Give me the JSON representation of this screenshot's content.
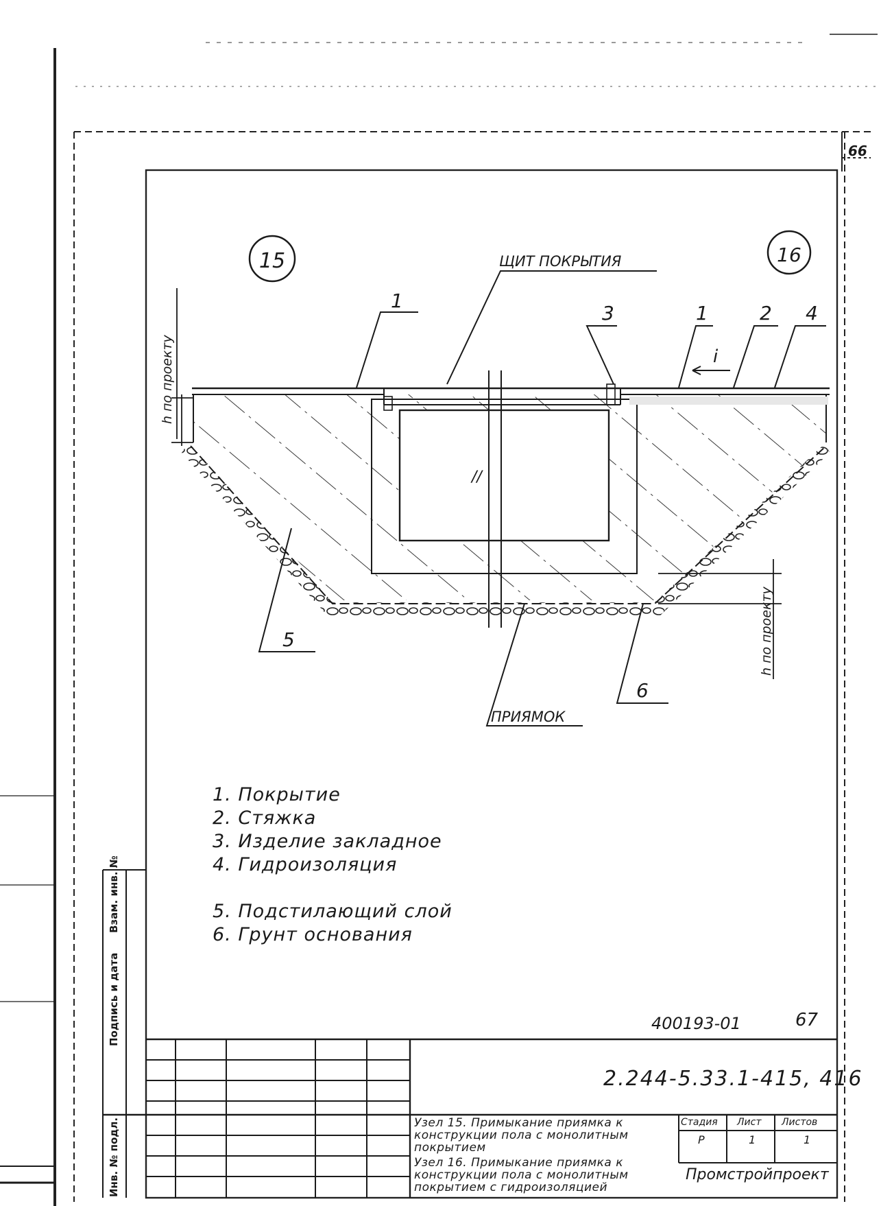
{
  "page": {
    "sheet_number": "66",
    "archive_code": "400193-01",
    "archive_sheet": "67"
  },
  "nodes": [
    {
      "id": "15"
    },
    {
      "id": "16"
    }
  ],
  "callouts": {
    "shield_cover": "ЩИТ ПОКРЫТИЯ",
    "c1_left": "1",
    "c3": "3",
    "c1_right": "1",
    "c2": "2",
    "c4": "4",
    "slope": "i",
    "c5": "5",
    "c6": "6",
    "pit": "ПРИЯМОК",
    "per_project_left": "h по проекту",
    "per_project_right": "h по проекту"
  },
  "legend": [
    "1. Покрытие",
    "2. Стяжка",
    "3. Изделие закладное",
    "4. Гидроизоляция",
    "5. Подстилающий слой",
    "6. Грунт основания"
  ],
  "title_block": {
    "doc_code": "2.244-5.33.1-415, 416",
    "description_15": "Узел 15. Примыкание приямка к конструкции пола с монолитным покрытием",
    "description_16": "Узел 16. Примыкание приямка к конструкции пола с монолитным покрытием с гидроизоляцией",
    "col_stage": "Стадия",
    "col_sheet": "Лист",
    "col_sheets": "Листов",
    "stage_value": "Р",
    "sheet_value": "1",
    "sheets_value": "1",
    "organization": "Промстройпроект"
  },
  "side_stamps": {
    "inv": "Инв. № подл.",
    "sign": "Подпись и дата",
    "replace": "Взам. инв. №"
  }
}
